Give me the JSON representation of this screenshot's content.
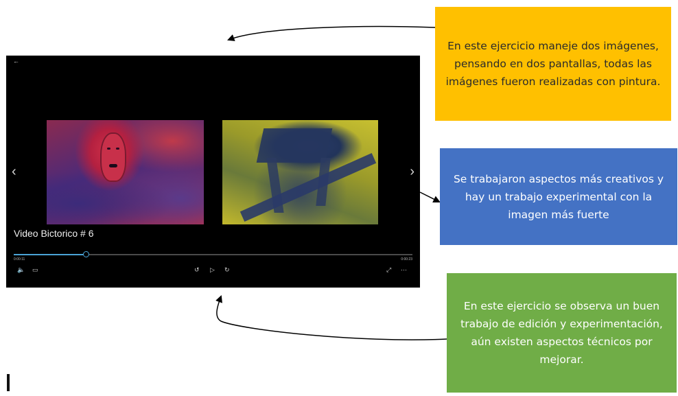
{
  "player": {
    "back_icon": "←",
    "prev_icon": "‹",
    "next_icon": "›",
    "title": "Video Bictorico # 6",
    "time_elapsed": "0:00:11",
    "time_total": "0:00:23",
    "progress": 0.18,
    "controls": {
      "volume_icon": "🔈",
      "subtitles_icon": "▭",
      "rewind_icon": "↺",
      "play_icon": "▷",
      "forward_icon": "↻",
      "fullscreen_icon": "⤢",
      "more_icon": "⋯"
    }
  },
  "notes": {
    "top": "En este ejercicio maneje dos imágenes, pensando en dos pantallas, todas las imágenes fueron realizadas con pintura.",
    "middle": "Se trabajaron aspectos más creativos y hay un trabajo experimental con la imagen más fuerte",
    "bottom": "En este ejercicio se observa un buen trabajo de edición y experimentación, aún existen aspectos técnicos por mejorar."
  },
  "colors": {
    "note_top": "#ffc000",
    "note_middle": "#4472c4",
    "note_bottom": "#70ad47",
    "seek_accent": "#4aa3d6",
    "player_bg": "#000000"
  }
}
